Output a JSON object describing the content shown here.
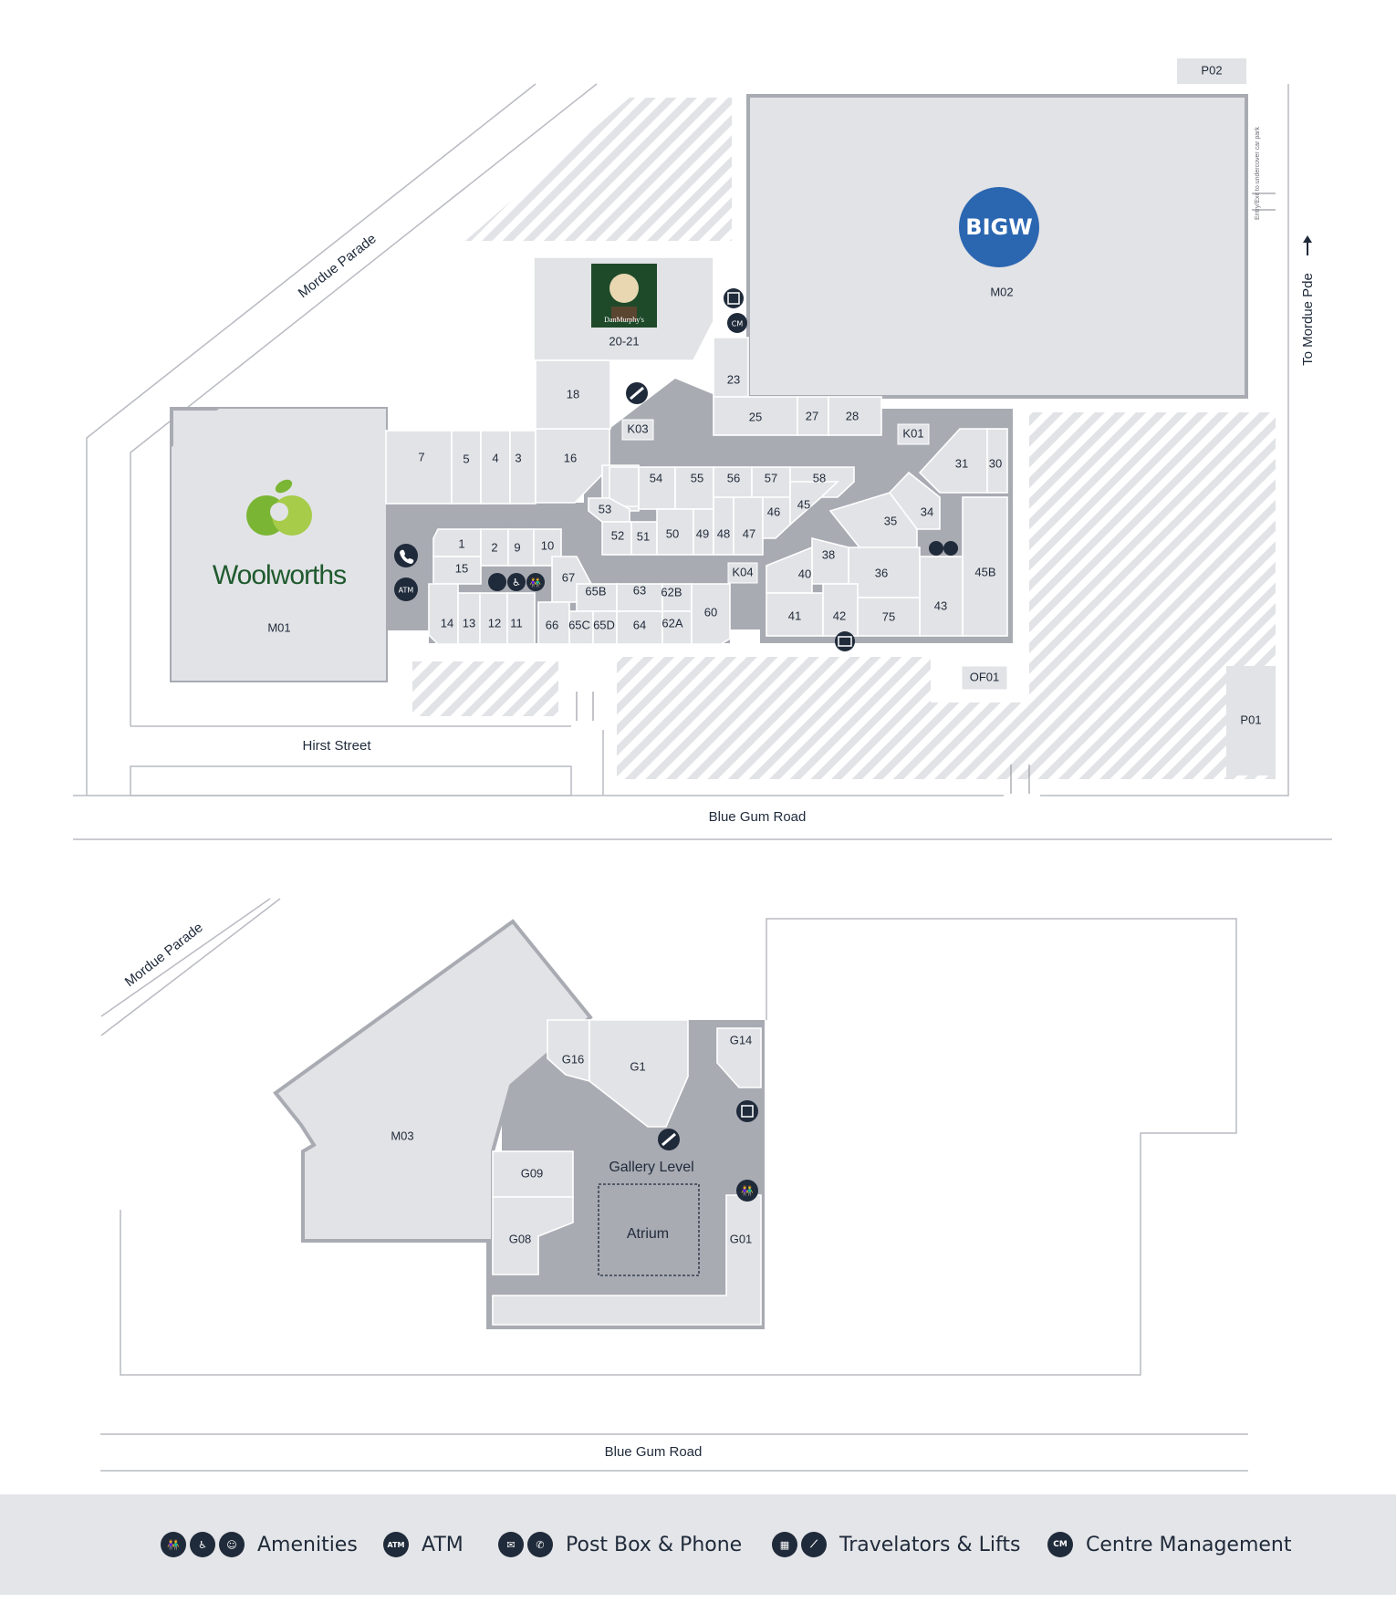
{
  "ground_level": {
    "roads": {
      "mordue_parade": "Mordue Parade",
      "hirst_street": "Hirst Street",
      "blue_gum_road": "Blue Gum Road",
      "to_mordue_pde": "To Mordue Pde"
    },
    "anchors": {
      "woolworths": {
        "logo_text": "Woolworths",
        "unit": "M01"
      },
      "bigw": {
        "logo_text": "BIGW",
        "unit": "M02"
      },
      "dan_murphys": {
        "logo_text": "DanMurphy's",
        "unit": "20-21"
      }
    },
    "units": {
      "u1": "1",
      "u2": "2",
      "u3": "3",
      "u4": "4",
      "u5": "5",
      "u7": "7",
      "u9": "9",
      "u10": "10",
      "u11": "11",
      "u12": "12",
      "u13": "13",
      "u14": "14",
      "u15": "15",
      "u16": "16",
      "u18": "18",
      "u23": "23",
      "u25": "25",
      "u27": "27",
      "u28": "28",
      "u30": "30",
      "u31": "31",
      "u34": "34",
      "u35": "35",
      "u36": "36",
      "u38": "38",
      "u40": "40",
      "u41": "41",
      "u42": "42",
      "u43": "43",
      "u45": "45",
      "u45b": "45B",
      "u46": "46",
      "u47": "47",
      "u48": "48",
      "u49": "49",
      "u50": "50",
      "u51": "51",
      "u52": "52",
      "u53": "53",
      "u54": "54",
      "u55": "55",
      "u56": "56",
      "u57": "57",
      "u58": "58",
      "u60": "60",
      "u62a": "62A",
      "u62b": "62B",
      "u63": "63",
      "u64": "64",
      "u65b": "65B",
      "u65c": "65C",
      "u65d": "65D",
      "u66": "66",
      "u67": "67",
      "u75": "75"
    },
    "kiosks": {
      "k01": "K01",
      "k03": "K03",
      "k04": "K04",
      "of01": "OF01",
      "p01": "P01",
      "p02": "P02"
    },
    "entry_note": "Entry/Exit to undercover car park",
    "icons": {
      "cm": "CM",
      "atm": "ATM"
    }
  },
  "gallery_level": {
    "roads": {
      "mordue_parade": "Mordue Parade",
      "blue_gum_road": "Blue Gum Road"
    },
    "units": {
      "m03": "M03",
      "g01": "G01",
      "g08": "G08",
      "g09": "G09",
      "g1": "G1",
      "g14": "G14",
      "g16": "G16"
    },
    "level_label": "Gallery Level",
    "atrium": "Atrium"
  },
  "legend": {
    "amenities": "Amenities",
    "atm": "ATM",
    "atm_icon": "ATM",
    "post_phone": "Post Box & Phone",
    "travelators_lifts": "Travelators & Lifts",
    "centre_management": "Centre Management",
    "cm_icon": "CM"
  },
  "colors": {
    "tenancy": "#e2e3e6",
    "mall": "#a9abb3",
    "icon": "#1f2a3a",
    "bigw_blue": "#2b66b1",
    "woolworths_green": "#7ab534",
    "woolworths_text": "#1f5a2e",
    "dan_murphys_green": "#1e4a2a"
  }
}
